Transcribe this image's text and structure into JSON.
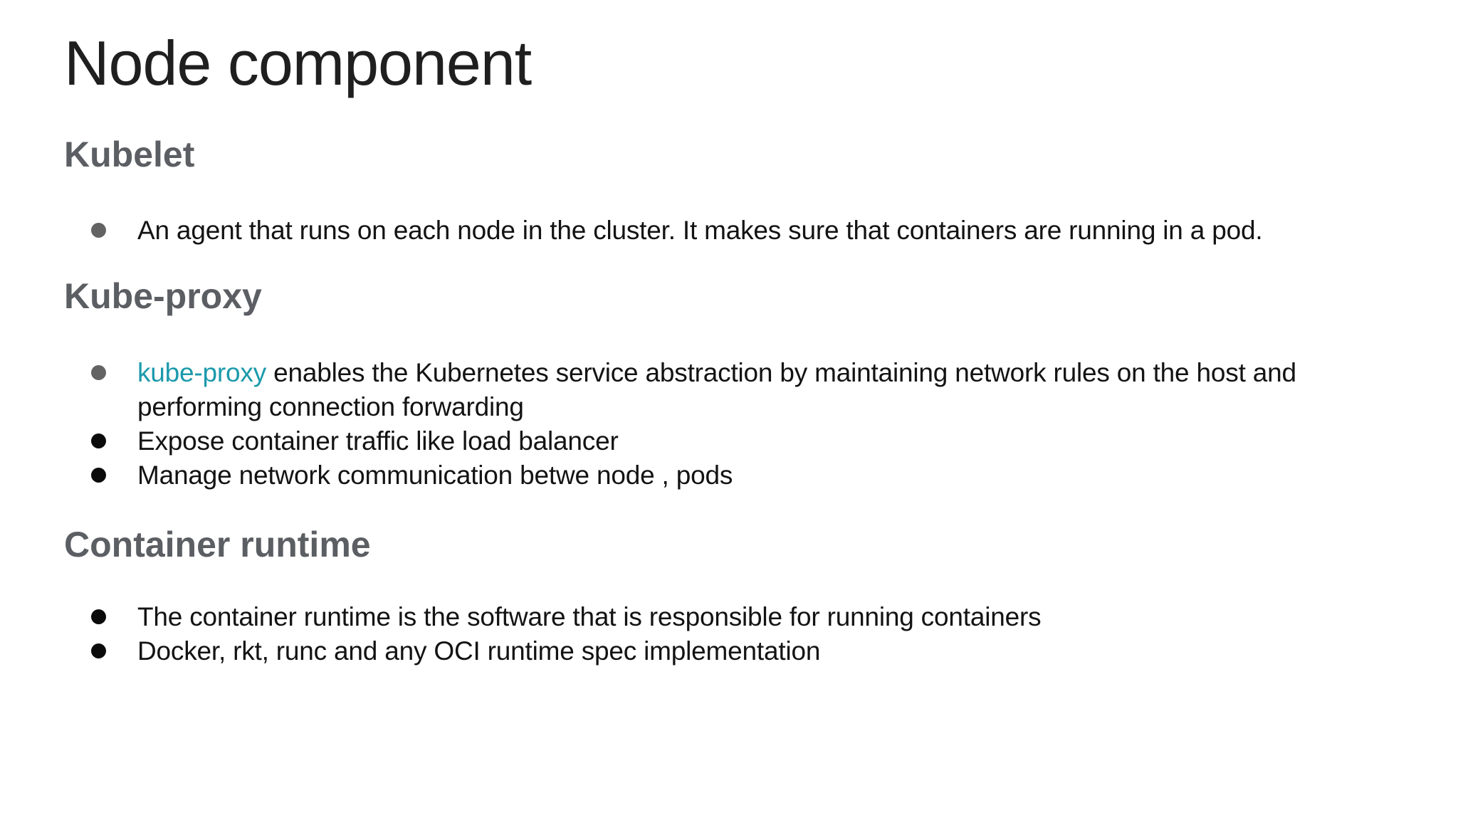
{
  "title": "Node component",
  "colors": {
    "background": "#ffffff",
    "title_text": "#1f1f1f",
    "heading_text": "#5b5e62",
    "body_text": "#131313",
    "link_teal": "#1b9aab",
    "bullet_gray": "#636363",
    "bullet_black": "#0b0b0b"
  },
  "sections": [
    {
      "heading": "Kubelet",
      "bullets": [
        {
          "text": "An agent that runs on each node in the cluster. It makes sure that containers are running in a pod.",
          "bullet_color": "gray"
        }
      ]
    },
    {
      "heading": "Kube-proxy",
      "bullets": [
        {
          "link_text": "kube-proxy",
          "rest_text": " enables the Kubernetes service abstraction by maintaining network rules on the host and performing connection forwarding",
          "bullet_color": "gray"
        },
        {
          "text": "Expose container traffic like load balancer",
          "bullet_color": "black"
        },
        {
          "text": "Manage network communication betwe node , pods",
          "bullet_color": "black"
        }
      ]
    },
    {
      "heading": "Container runtime",
      "bullets": [
        {
          "text": "The container runtime is the software that is responsible for running containers",
          "bullet_color": "black"
        },
        {
          "text": "Docker, rkt, runc and any OCI runtime spec implementation",
          "bullet_color": "black"
        }
      ]
    }
  ]
}
